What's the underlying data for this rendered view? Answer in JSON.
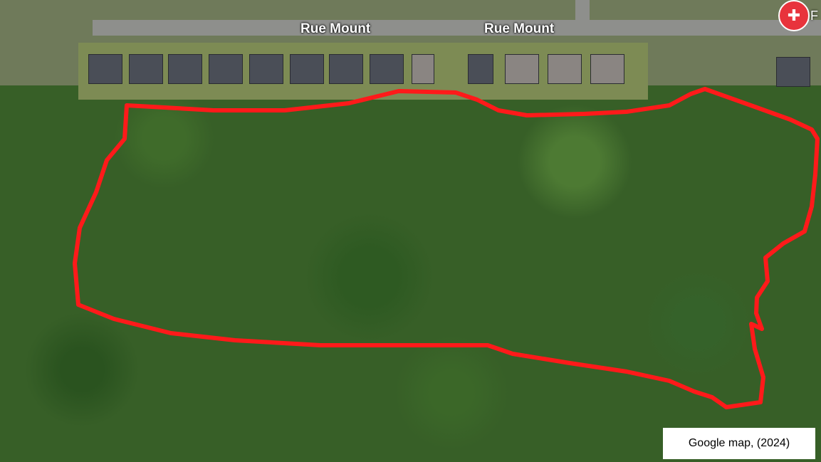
{
  "map": {
    "roads": [
      {
        "label": "Rue Mount"
      },
      {
        "label": "Rue Mount"
      }
    ],
    "pin": {
      "icon": "health-cross-icon",
      "glyph": "✚",
      "label": "F",
      "color": "#e8333c"
    },
    "boundary": {
      "color": "#ff1a1a"
    },
    "caption": "Google map, (2024)"
  }
}
